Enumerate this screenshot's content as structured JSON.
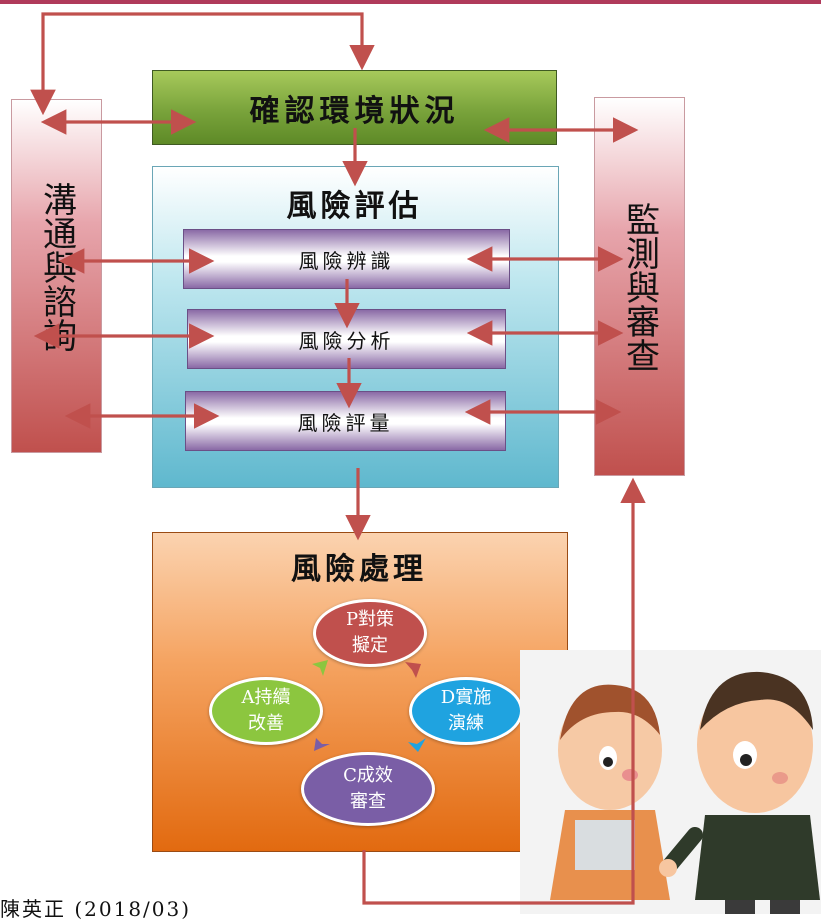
{
  "left_box": {
    "label": "溝通與諮詢"
  },
  "right_box": {
    "label": "監測與審查"
  },
  "context_box": {
    "label": "確認環境狀況"
  },
  "assessment": {
    "title": "風險評估",
    "steps": [
      "風險辨識",
      "風險分析",
      "風險評量"
    ]
  },
  "treatment": {
    "title": "風險處理",
    "pdca": [
      {
        "line1": "P對策",
        "line2": "擬定",
        "color": "#c0504d"
      },
      {
        "line1": "D實施",
        "line2": "演練",
        "color": "#1fa3e0"
      },
      {
        "line1": "C成效",
        "line2": "審查",
        "color": "#7a5ea6"
      },
      {
        "line1": "A持續",
        "line2": "改善",
        "color": "#8cc63f"
      }
    ]
  },
  "colors": {
    "arrow": "#c0504d",
    "topbar": "#b03a5b"
  },
  "citation": "陳英正 (2018/03)",
  "illustration": "two-cartoon-figures"
}
